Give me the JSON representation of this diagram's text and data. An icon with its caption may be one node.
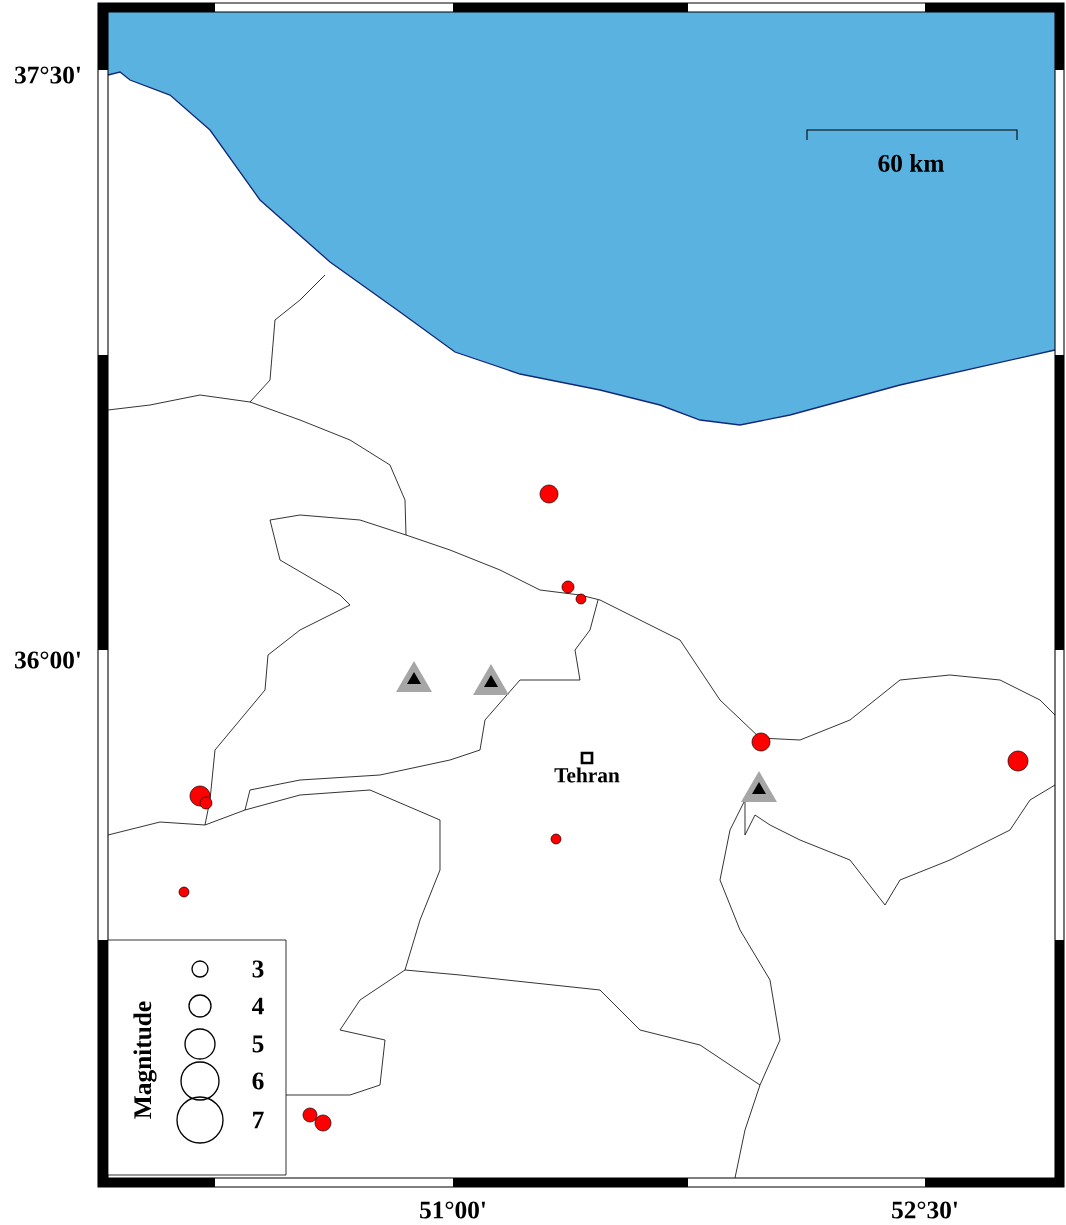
{
  "diagram": {
    "labels": [
      "37°30'",
      "60 km",
      "36°00'",
      "Tehran",
      "Magnitude",
      "51°00'",
      "52°30'"
    ],
    "legend": [
      {
        "text": "3"
      },
      {
        "text": "4"
      },
      {
        "text": "5"
      },
      {
        "text": "6"
      },
      {
        "text": "7"
      }
    ]
  }
}
